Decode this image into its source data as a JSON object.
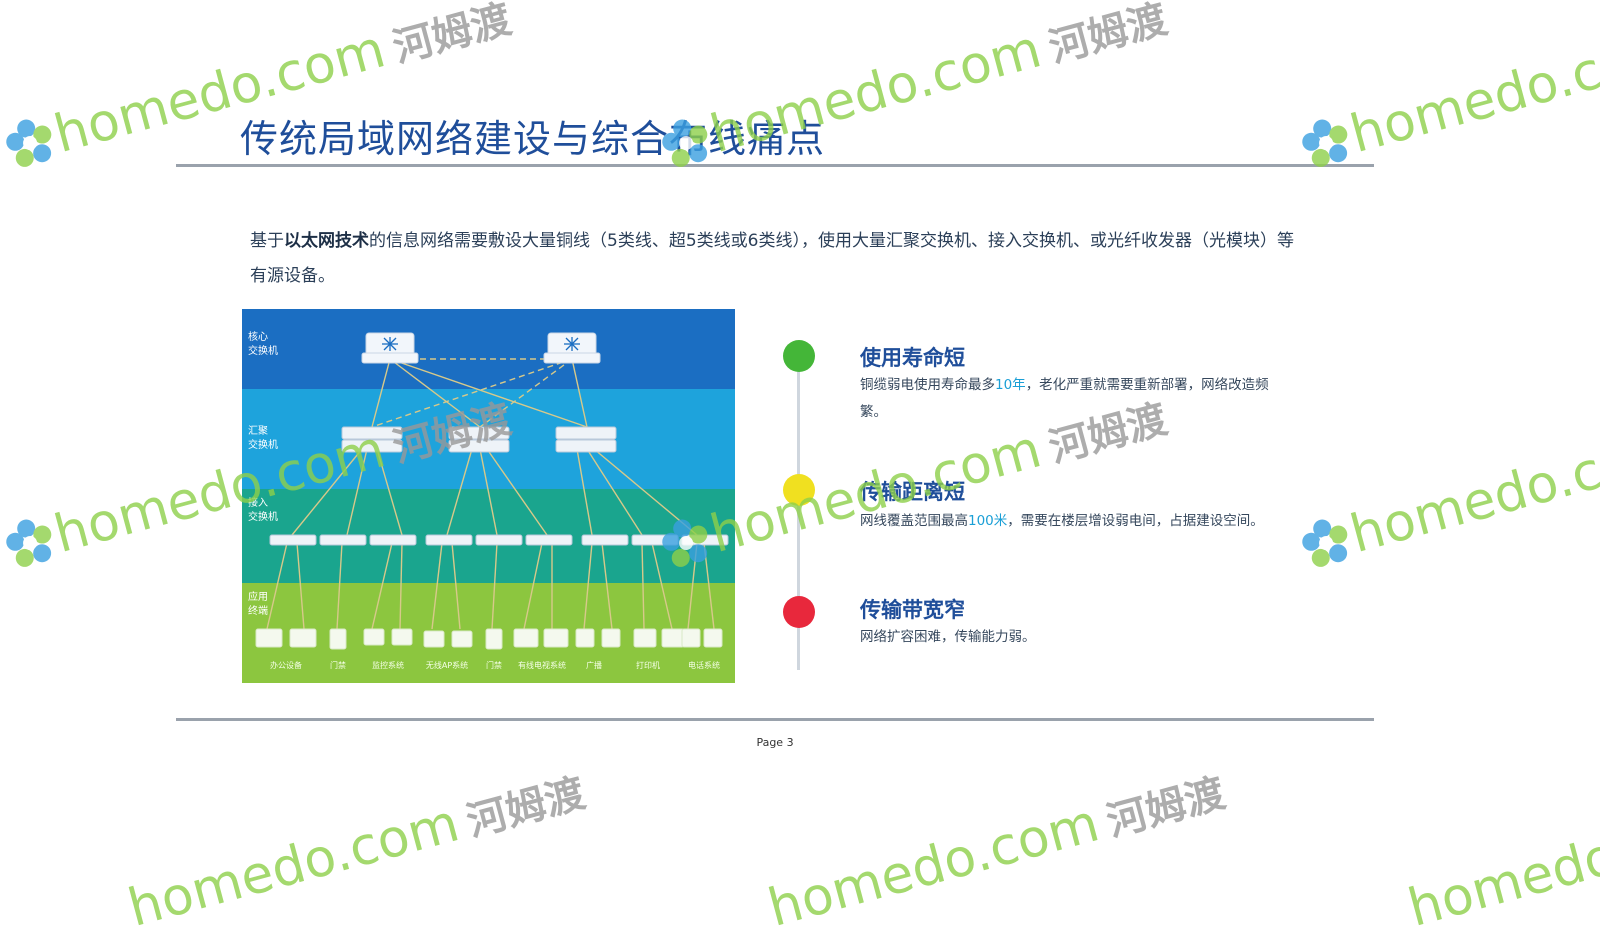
{
  "slide": {
    "title": "传统局域网络建设与综合布线痛点",
    "intro_bold": "以太网技术",
    "intro_prefix": "基于",
    "intro_rest": "的信息网络需要敷设大量铜线（5类线、超5类线或6类线），使用大量汇聚交换机、接入交换机、或光纤收发器（光模块）等有源设备。",
    "page_label": "Page 3"
  },
  "diagram": {
    "layers": [
      {
        "label": "核心\n交换机",
        "color": "#1b6ec2"
      },
      {
        "label": "汇聚\n交换机",
        "color": "#1ea3dc"
      },
      {
        "label": "接入\n交换机",
        "color": "#1aa58e"
      },
      {
        "label": "应用\n终端",
        "color": "#8cc63f"
      }
    ],
    "devices": [
      "办公设备",
      "门禁",
      "监控系统",
      "无线AP系统",
      "门禁",
      "有线电视系统",
      "广播",
      "打印机",
      "电话系统"
    ]
  },
  "pain_points": [
    {
      "title": "使用寿命短",
      "desc_a": "铜缆弱电使用寿命最多",
      "highlight": "10年",
      "desc_b": "，老化严重就需要重新部署，网络改造频繁。",
      "dot_color": "#44b638"
    },
    {
      "title": "传输距离短",
      "desc_a": "网线覆盖范围最高",
      "highlight": "100米",
      "desc_b": "，需要在楼层增设弱电间，占据建设空间。",
      "dot_color": "#f0e020"
    },
    {
      "title": "传输带宽窄",
      "desc_a": "网络扩容困难，传输能力弱。",
      "highlight": "",
      "desc_b": "",
      "dot_color": "#e8283c"
    }
  ],
  "watermark": {
    "text": "homedo.com",
    "cn": "河姆渡",
    "colors": {
      "green": "#8ed04a",
      "blue": "#3aa0e0",
      "gray": "#999999"
    }
  }
}
